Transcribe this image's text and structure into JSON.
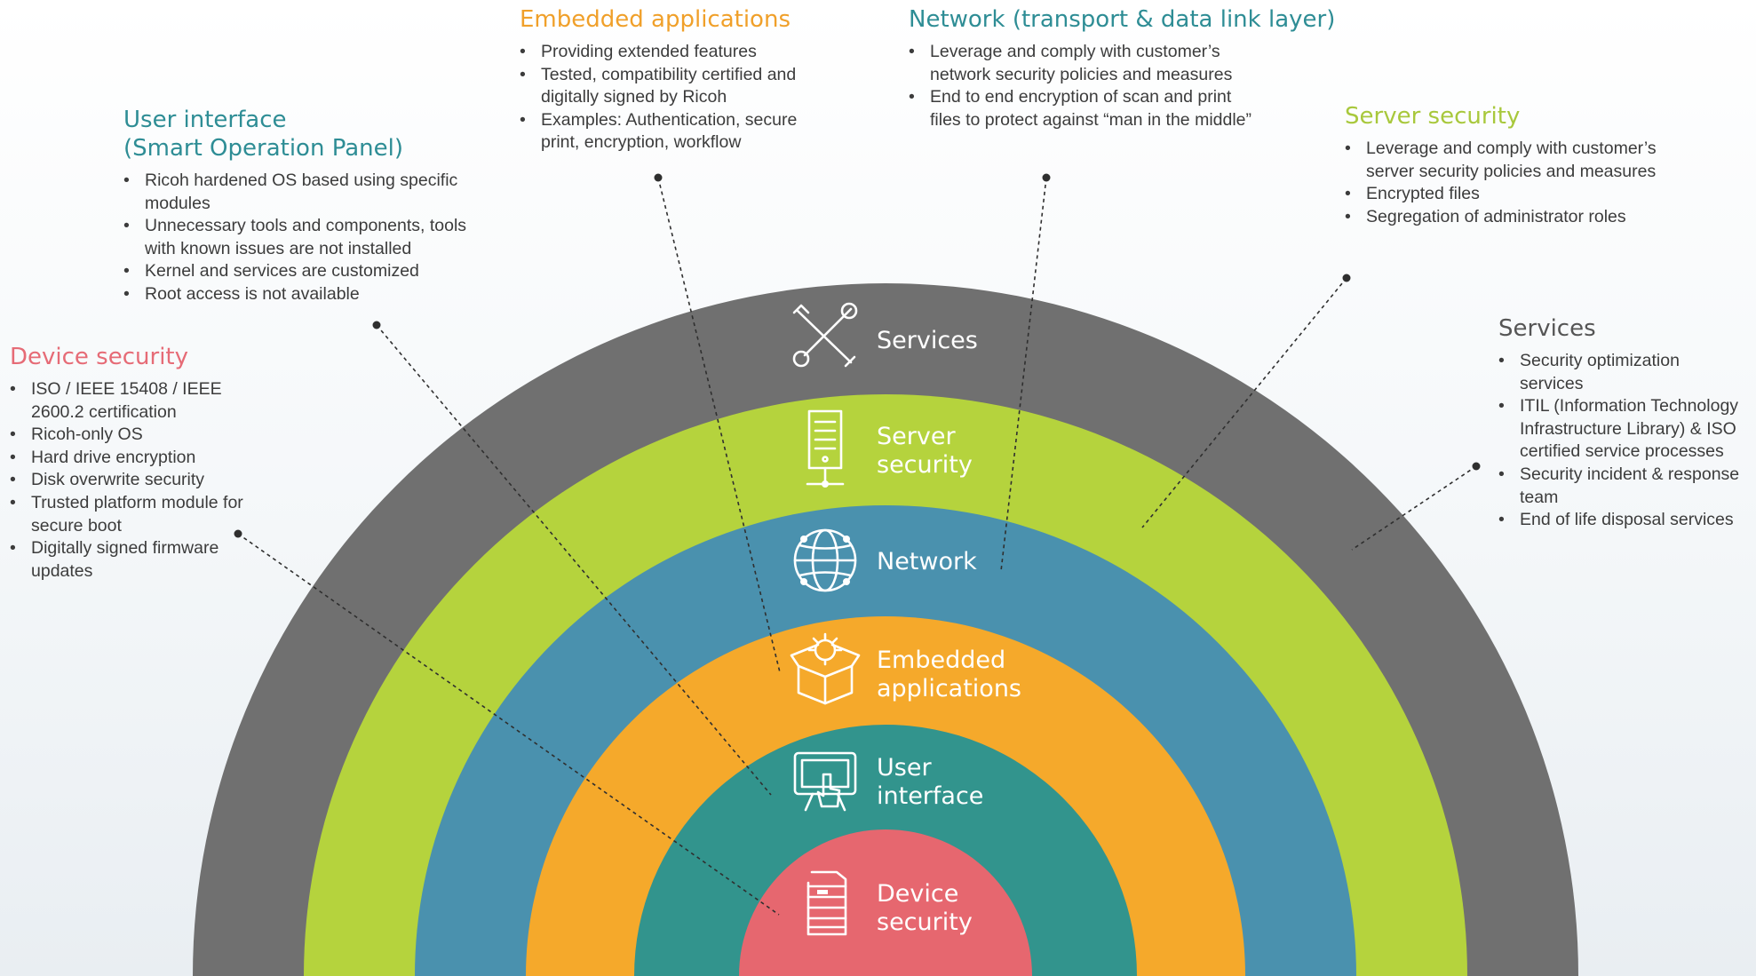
{
  "colors": {
    "services": "#707070",
    "server_security": "#b5d33d",
    "network": "#4a91ae",
    "embedded_applications": "#f5a92b",
    "user_interface": "#32948d",
    "device_security": "#e6676f",
    "heading_embedded": "#f0a02a",
    "heading_network": "#2e8d95",
    "heading_user_interface": "#2e8d95",
    "heading_server": "#a8c83c",
    "heading_device": "#e66b76",
    "heading_services": "#555555"
  },
  "rings": {
    "services": {
      "label": [
        "Services"
      ],
      "icon": "tools-icon"
    },
    "server_security": {
      "label": [
        "Server",
        "security"
      ],
      "icon": "server-icon"
    },
    "network": {
      "label": [
        "Network"
      ],
      "icon": "globe-icon"
    },
    "embedded_applications": {
      "label": [
        "Embedded",
        "applications"
      ],
      "icon": "gear-box-icon"
    },
    "user_interface": {
      "label": [
        "User",
        "interface"
      ],
      "icon": "touch-panel-icon"
    },
    "device_security": {
      "label": [
        "Device",
        "security"
      ],
      "icon": "printer-icon"
    }
  },
  "callouts": {
    "embedded_applications": {
      "title": "Embedded applications",
      "items": [
        "Providing extended features",
        "Tested, compatibility certified and digitally signed by Ricoh",
        "Examples: Authentication, secure print, encryption, workflow"
      ]
    },
    "network": {
      "title": "Network (transport & data link layer)",
      "items": [
        "Leverage and comply with customer’s network security policies and measures",
        "End to end encryption of scan and print files to protect against “man in the middle”"
      ]
    },
    "user_interface": {
      "title": [
        "User interface",
        "(Smart Operation Panel)"
      ],
      "items": [
        "Ricoh hardened OS based using specific modules",
        "Unnecessary tools and components, tools with known issues are not installed",
        "Kernel and services are customized",
        "Root access is not available"
      ]
    },
    "server_security": {
      "title": "Server security",
      "items": [
        "Leverage and comply with customer’s server security policies and measures",
        "Encrypted files",
        "Segregation of administrator roles"
      ]
    },
    "device_security": {
      "title": "Device security",
      "items": [
        "ISO / IEEE 15408 / IEEE 2600.2 certification",
        "Ricoh-only OS",
        "Hard drive encryption",
        "Disk overwrite security",
        "Trusted platform module for secure boot",
        "Digitally signed firmware updates"
      ]
    },
    "services": {
      "title": "Services",
      "items": [
        "Security optimization services",
        "ITIL (Information Technology Infrastructure Library) & ISO certified service processes",
        "Security incident & response team",
        "End of life disposal services"
      ]
    }
  }
}
